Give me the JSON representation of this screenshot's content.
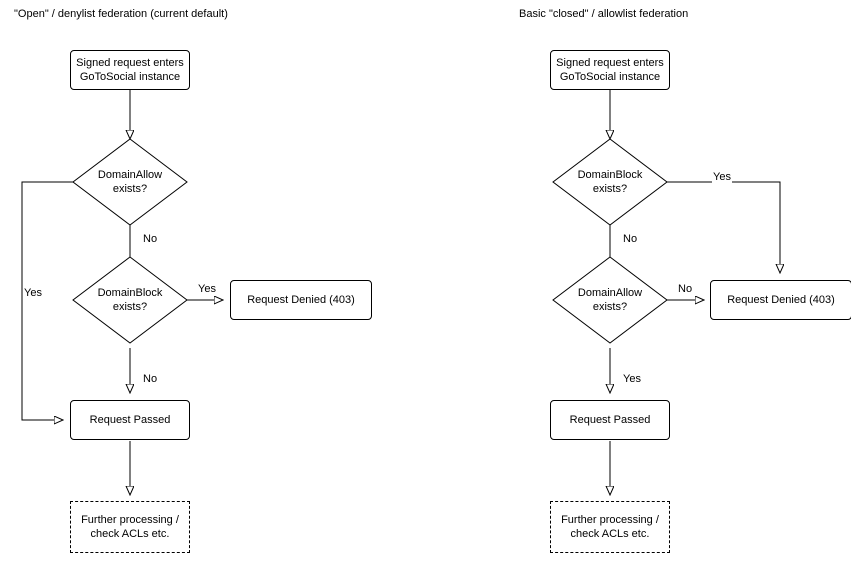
{
  "diagram": {
    "panels": [
      {
        "title": "\"Open\" / denylist federation (current default)",
        "nodes": {
          "entry": "Signed request enters\nGoToSocial instance",
          "first_decision": "DomainAllow\nexists?",
          "second_decision": "DomainBlock\nexists?",
          "denied": "Request Denied (403)",
          "passed": "Request Passed",
          "further": "Further processing /\ncheck ACLs etc."
        },
        "edge_labels": {
          "allow_yes": "Yes",
          "allow_no": "No",
          "block_yes": "Yes",
          "block_no": "No"
        }
      },
      {
        "title": "Basic \"closed\" / allowlist federation",
        "nodes": {
          "entry": "Signed request enters\nGoToSocial instance",
          "first_decision": "DomainBlock\nexists?",
          "second_decision": "DomainAllow\nexists?",
          "denied": "Request Denied (403)",
          "passed": "Request Passed",
          "further": "Further processing /\ncheck ACLs etc."
        },
        "edge_labels": {
          "block_yes": "Yes",
          "block_no": "No",
          "allow_no": "No",
          "allow_yes": "Yes"
        }
      }
    ],
    "colors": {
      "stroke": "#000000",
      "fill": "#ffffff",
      "text": "#000000"
    }
  }
}
